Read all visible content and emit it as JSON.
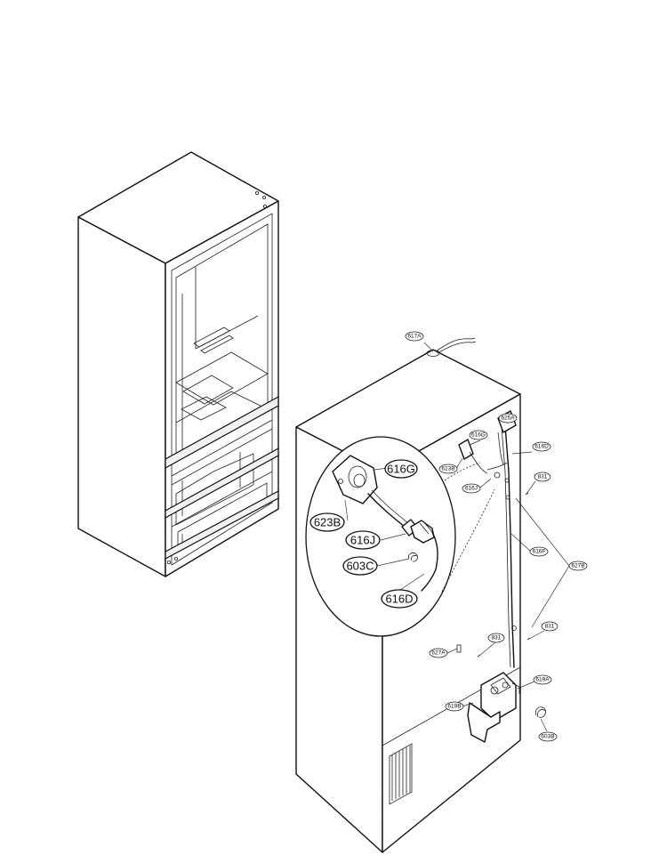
{
  "diagram": {
    "callouts_detail": {
      "l_616G": "616G",
      "l_623B": "623B",
      "l_616J": "616J",
      "l_603C": "603C",
      "l_616D": "616D"
    },
    "callouts_small": {
      "l_617A": "617A",
      "l_625A": "625A",
      "l_616G": "616G",
      "l_616D": "616D",
      "l_623B": "623B",
      "l_616J": "616J",
      "l_831_a": "831",
      "l_616F": "616F",
      "l_627B": "627B",
      "l_831_b": "831",
      "l_831_c": "831",
      "l_627A": "627A",
      "l_619A": "619A",
      "l_619B": "619B",
      "l_603B": "603B"
    }
  }
}
